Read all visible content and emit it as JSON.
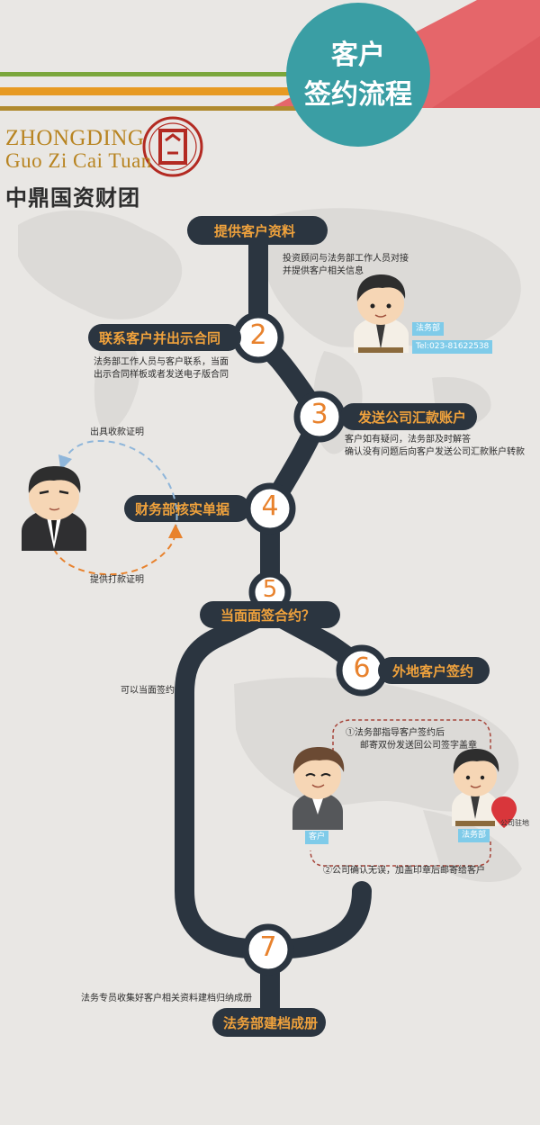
{
  "header": {
    "title_line1": "客户",
    "title_line2": "签约流程",
    "brand_en_line1": "ZHONGDING",
    "brand_en_line2": "Guo Zi Cai Tuan",
    "brand_cn": "中鼎国资财团",
    "logo_glyph": "冏"
  },
  "colors": {
    "track": "#2b3540",
    "accent_orange": "#e8822d",
    "pill_text": "#f0a23c",
    "teal": "#3a9ea4",
    "red_band": "#e5666a",
    "stripe_green": "#7aa63b",
    "stripe_orange": "#e79a22",
    "stripe_olive": "#b08a2e",
    "tag_blue": "#7fcbe9"
  },
  "steps": [
    {
      "num": "",
      "label": "提供客户资料",
      "note": [
        "投资顾问与法务部工作人员对接",
        "并提供客户相关信息"
      ]
    },
    {
      "num": "2",
      "label": "联系客户并出示合同",
      "note": [
        "法务部工作人员与客户联系，当面",
        "出示合同样板或者发送电子版合同"
      ]
    },
    {
      "num": "3",
      "label": "发送公司汇款账户",
      "note": [
        "客户如有疑问，法务部及时解答",
        "确认没有问题后向客户发送公司汇款账户转款"
      ]
    },
    {
      "num": "4",
      "label": "财务部核实单据",
      "note": []
    },
    {
      "num": "5",
      "label": "当面面签合约？",
      "note": []
    },
    {
      "num": "6",
      "label": "外地客户签约",
      "note": []
    },
    {
      "num": "7",
      "label": "法务部建档成册",
      "note": [
        "法务专员收集好客户相关资料建档归纳成册"
      ]
    }
  ],
  "tags": {
    "legal_dept": "法务部",
    "tel": "Tel:023-81622538",
    "client": "客户",
    "company_location": "公司驻地"
  },
  "cycle": {
    "top_label": "出具收款证明",
    "bottom_label": "提供打款证明"
  },
  "branch": {
    "face_to_face": "可以当面签约",
    "remote_step1": "①法务部指导客户签约后",
    "remote_step1b": "邮寄双份发送回公司签字盖章",
    "remote_step2": "②公司确认无误，加盖印章后邮寄给客户"
  }
}
